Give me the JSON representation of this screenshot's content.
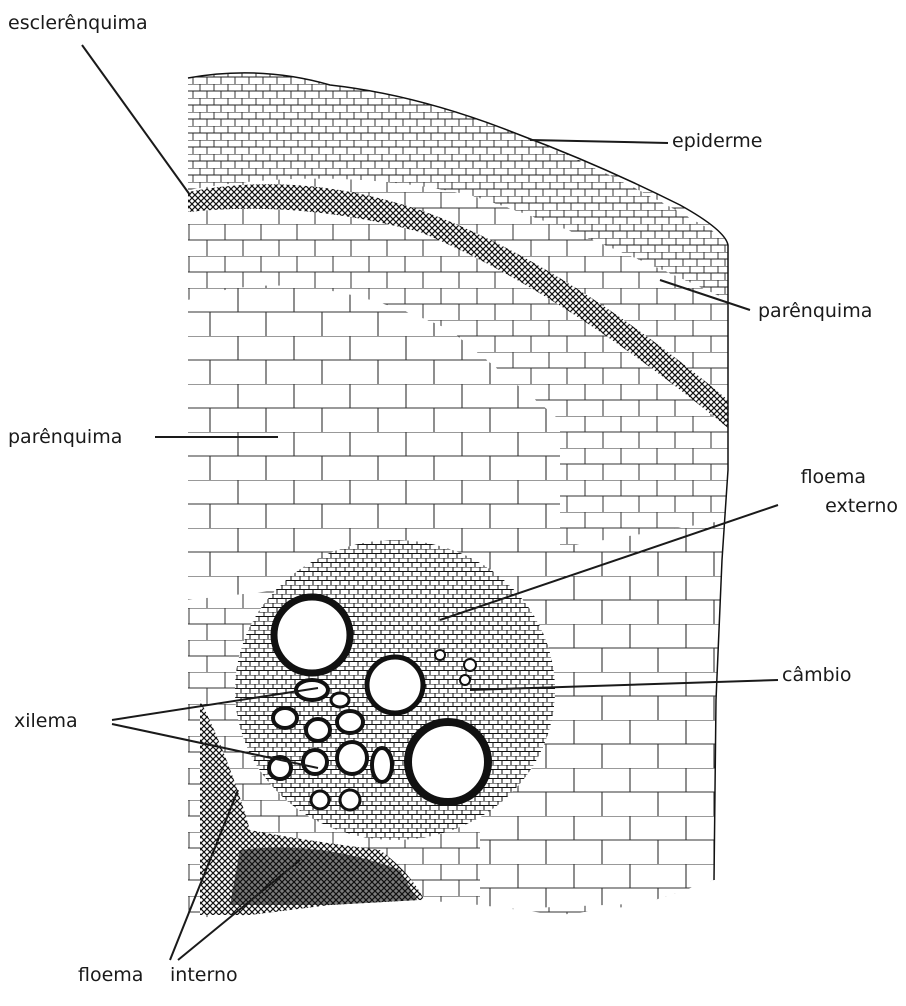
{
  "labels": {
    "esclerenquima": "esclerênquima",
    "epiderme": "epiderme",
    "parenquima_right": "parênquima",
    "parenquima_left": "parênquima",
    "floema_externo_line1": "floema",
    "floema_externo_line2": "externo",
    "cambio": "câmbio",
    "xilema": "xilema",
    "floema_interno_word1": "floema",
    "floema_interno_word2": "interno"
  },
  "colors": {
    "ink": "#111111",
    "background": "#ffffff"
  }
}
